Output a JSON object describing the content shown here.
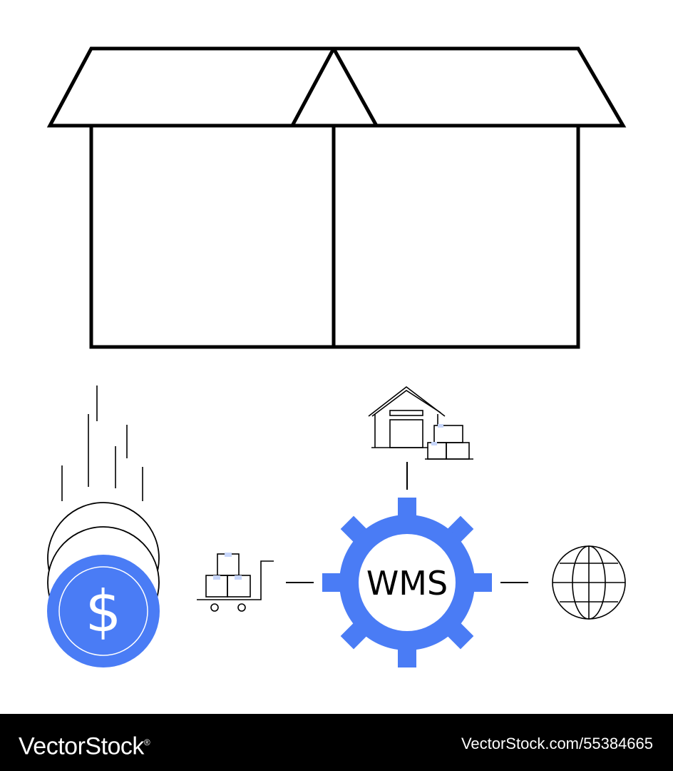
{
  "illustration": {
    "center_label": "WMS",
    "accent_color": "#4a7cf5",
    "line_color": "#000000",
    "icons": [
      "open-box-icon",
      "falling-coins-icon",
      "dollar-coin-icon",
      "hand-truck-boxes-icon",
      "warehouse-icon",
      "gear-icon",
      "globe-icon"
    ]
  },
  "footer": {
    "brand": "VectorStock",
    "registered_mark": "®",
    "image_id": "VectorStock.com/55384665"
  }
}
